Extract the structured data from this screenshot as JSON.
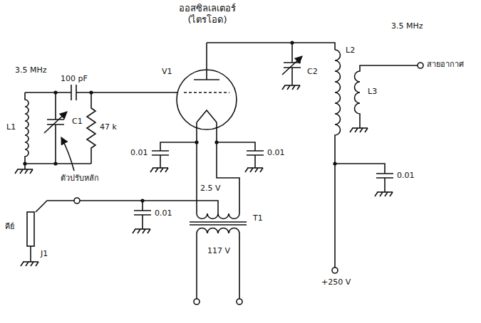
{
  "diagram": {
    "labels": [
      "ออสซิลเลเตอร์ (ไตรโอด)",
      "3.5 MHz",
      "100 pF",
      "V1",
      "3.5 MHz",
      "C2",
      "L2",
      "สายอากาศ",
      "L3",
      "L1",
      "C1",
      "47 k",
      "ตัวปรับหลัก",
      "0.01",
      "0.01",
      "0.01",
      "2.5 V",
      "T1",
      "117 V",
      "+250 V",
      "คีย์",
      "J1",
      "0.01"
    ]
  }
}
